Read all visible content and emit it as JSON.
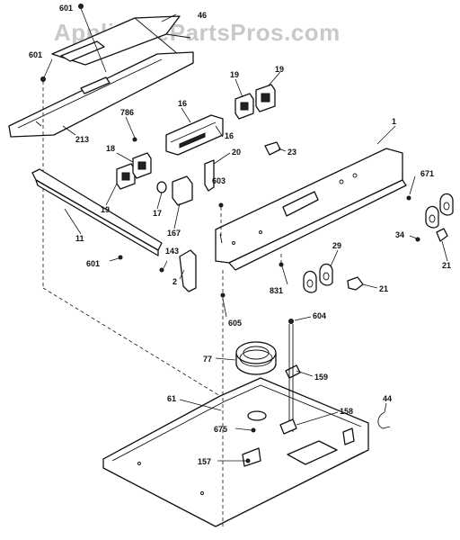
{
  "watermark": "AppliancePartsPros.com",
  "callouts": [
    {
      "id": "c-601-top",
      "text": "601"
    },
    {
      "id": "c-46",
      "text": "46"
    },
    {
      "id": "c-601-left",
      "text": "601"
    },
    {
      "id": "c-213",
      "text": "213"
    },
    {
      "id": "c-19a",
      "text": "19"
    },
    {
      "id": "c-19b",
      "text": "19"
    },
    {
      "id": "c-786",
      "text": "786"
    },
    {
      "id": "c-16a",
      "text": "16"
    },
    {
      "id": "c-16b",
      "text": "16"
    },
    {
      "id": "c-1",
      "text": "1"
    },
    {
      "id": "c-23",
      "text": "23"
    },
    {
      "id": "c-18",
      "text": "18"
    },
    {
      "id": "c-20",
      "text": "20"
    },
    {
      "id": "c-671",
      "text": "671"
    },
    {
      "id": "c-19c",
      "text": "19"
    },
    {
      "id": "c-17",
      "text": "17"
    },
    {
      "id": "c-167",
      "text": "167"
    },
    {
      "id": "c-603",
      "text": "603"
    },
    {
      "id": "c-11",
      "text": "11"
    },
    {
      "id": "c-34",
      "text": "34"
    },
    {
      "id": "c-21a",
      "text": "21"
    },
    {
      "id": "c-143",
      "text": "143"
    },
    {
      "id": "c-29",
      "text": "29"
    },
    {
      "id": "c-601-low",
      "text": "601"
    },
    {
      "id": "c-2",
      "text": "2"
    },
    {
      "id": "c-831",
      "text": "831"
    },
    {
      "id": "c-21b",
      "text": "21"
    },
    {
      "id": "c-605",
      "text": "605"
    },
    {
      "id": "c-604",
      "text": "604"
    },
    {
      "id": "c-77",
      "text": "77"
    },
    {
      "id": "c-159",
      "text": "159"
    },
    {
      "id": "c-61",
      "text": "61"
    },
    {
      "id": "c-158",
      "text": "158"
    },
    {
      "id": "c-44",
      "text": "44"
    },
    {
      "id": "c-675",
      "text": "675"
    },
    {
      "id": "c-157",
      "text": "157"
    }
  ]
}
